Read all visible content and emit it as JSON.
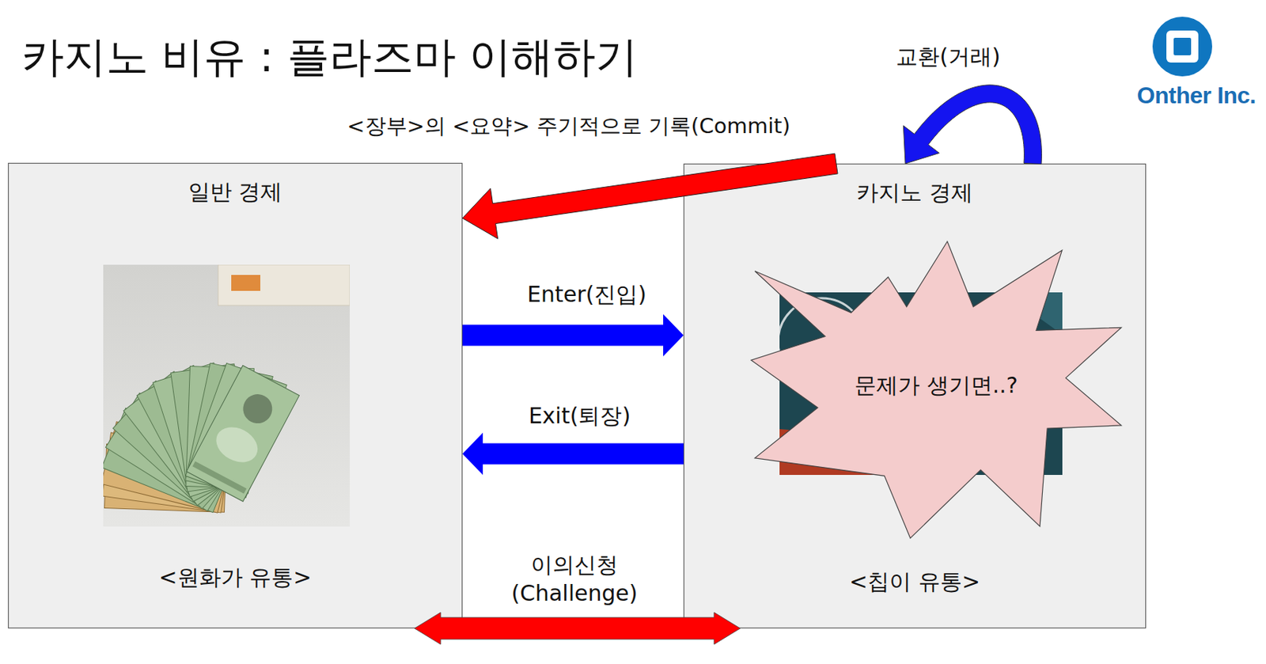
{
  "diagram": {
    "title": "카지노 비유 : 플라즈마 이해하기",
    "nodes": [
      {
        "text": [
          "일반 경제",
          "<원화가 유통>"
        ]
      },
      {
        "text": [
          "카지노 경제",
          "<칩이 유통>"
        ]
      },
      {
        "text": [
          "문제가 생기면..?"
        ],
        "in": 1
      }
    ],
    "edges": [
      {
        "from": 1,
        "to": 1,
        "arrow": "to",
        "label": "교환(거래)"
      },
      {
        "from": 1,
        "to": 0,
        "arrow": "to",
        "label": "<장부>의 <요약> 주기적으로 기록(Commit)"
      },
      {
        "from": 0,
        "to": 1,
        "arrow": "to",
        "label": "Enter(진입)"
      },
      {
        "from": 1,
        "to": 0,
        "arrow": "to",
        "label": "Exit(퇴장)"
      },
      {
        "from": 0,
        "to": 1,
        "arrow": "both",
        "label": "이의신청 (Challenge)"
      }
    ],
    "labels": [
      "Onther Inc."
    ]
  }
}
